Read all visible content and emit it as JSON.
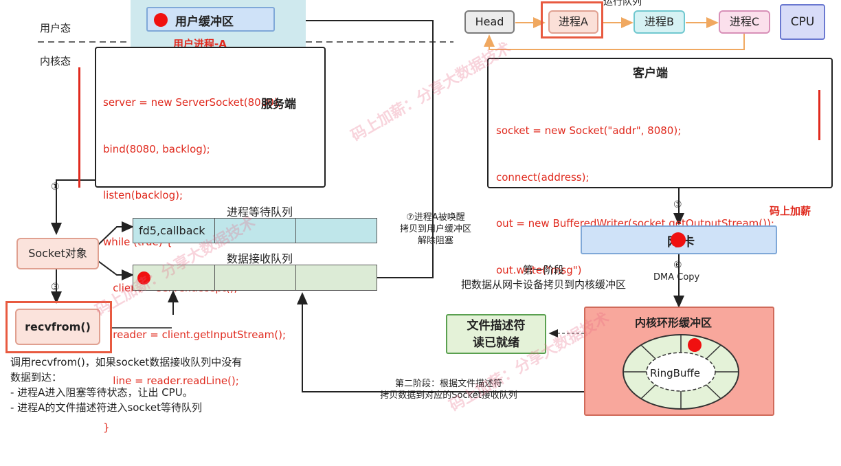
{
  "space": {
    "user": "用户态",
    "kernel": "内核态"
  },
  "user_buffer": {
    "title": "用户缓冲区",
    "process": "用户进程-A"
  },
  "server": {
    "title": "服务端",
    "lines": [
      "server = new ServerSocket(8080);",
      "bind(8080, backlog);",
      "listen(backlog);",
      "while (true) {",
      "   client = server.accept();",
      "   reader = client.getInputStream();",
      "   line = reader.readLine();",
      "}"
    ]
  },
  "run_queue": {
    "label": "运行队列",
    "head": "Head",
    "procs": [
      "进程A",
      "进程B",
      "进程C"
    ],
    "cpu": "CPU"
  },
  "client": {
    "title": "客户端",
    "lines": [
      "socket = new Socket(\"addr\", 8080);",
      "connect(address);",
      "out = new BufferedWriter(socket.getOutputStream());",
      "out.write(\"msg\")"
    ]
  },
  "wait_queue": {
    "label": "进程等待队列",
    "cell0": "fd5,callback"
  },
  "recv_queue": {
    "label": "数据接收队列"
  },
  "socket_obj": "Socket对象",
  "recvfrom": "recvfrom()",
  "steps": {
    "s1": "①",
    "s3a": "③",
    "s3b": "③",
    "s6": "⑥"
  },
  "wake_note": [
    "⑦进程A被唤醒",
    "拷贝到用户缓冲区",
    "解除阻塞"
  ],
  "nic": "网卡",
  "dma": "DMA Copy",
  "phase1": [
    "第一阶段",
    "把数据从网卡设备拷贝到内核缓冲区"
  ],
  "phase2": [
    "第二阶段：根据文件描述符",
    "拷贝数据到对应的Socket接收队列"
  ],
  "fd_ready": [
    "文件描述符",
    "读已就绪"
  ],
  "ring_buffer": {
    "title": "内核环形缓冲区",
    "label": "RingBuffe"
  },
  "brand": "码上加薪",
  "explanation": [
    "调用recvfrom()，如果socket数据接收队列中没有",
    "数据到达：",
    "- 进程A进入阻塞等待状态，让出 CPU。",
    "- 进程A的文件描述符进入socket等待队列"
  ],
  "watermark": "码上加薪：分享大数据技术",
  "colors": {
    "accent": "#e02a1e",
    "queue_teal": "#bfe6ea",
    "queue_green": "#dcebd6",
    "ring_fill": "#f8a79c"
  }
}
